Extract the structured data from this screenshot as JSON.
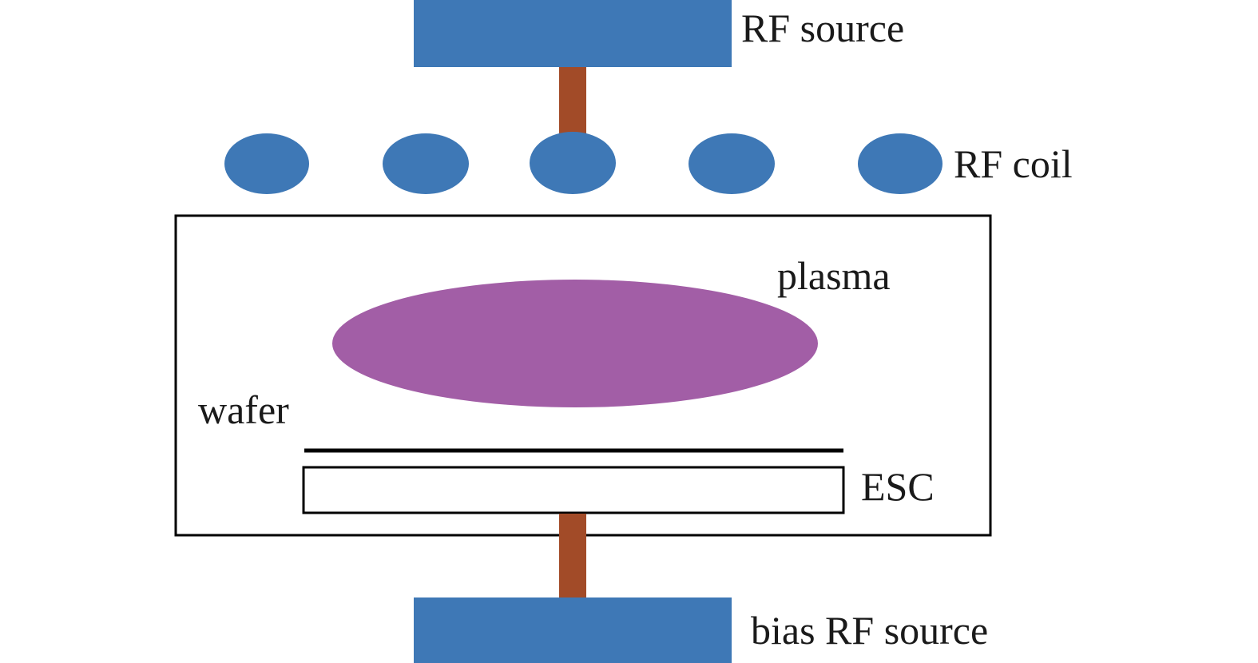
{
  "labels": {
    "rf_source": "RF source",
    "rf_coil": "RF coil",
    "plasma": "plasma",
    "wafer": "wafer",
    "esc": "ESC",
    "bias_rf_source": "bias RF source"
  },
  "colors": {
    "source_blue": "#3e78b6",
    "connector_brown": "#a24b28",
    "plasma_purple": "#a25ea6",
    "outline": "#000000",
    "background": "#ffffff"
  }
}
